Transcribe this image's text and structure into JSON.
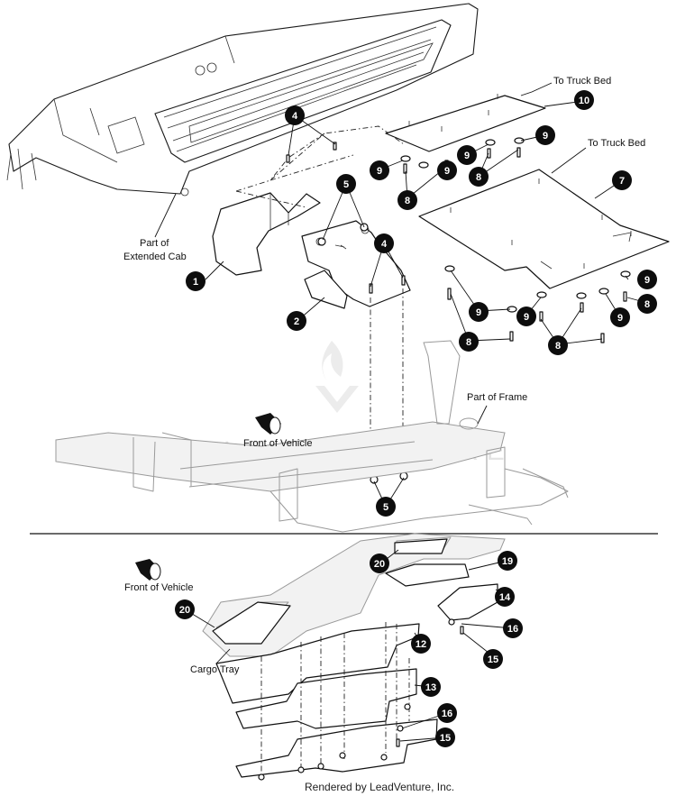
{
  "labels": {
    "to_truck_bed_1": "To Truck Bed",
    "to_truck_bed_2": "To Truck Bed",
    "part_of_extended_cab_line1": "Part of",
    "part_of_extended_cab_line2": "Extended Cab",
    "part_of_frame": "Part of Frame",
    "front_of_vehicle_1": "Front of Vehicle",
    "front_of_vehicle_2": "Front of Vehicle",
    "cargo_tray": "Cargo Tray"
  },
  "callouts": {
    "c1": "1",
    "c2": "2",
    "c4a": "4",
    "c4b": "4",
    "c5a": "5",
    "c5b": "5",
    "c7": "7",
    "c8a": "8",
    "c8b": "8",
    "c8c": "8",
    "c8d": "8",
    "c8e": "8",
    "c9a": "9",
    "c9b": "9",
    "c9c": "9",
    "c9d": "9",
    "c9e": "9",
    "c9f": "9",
    "c9g": "9",
    "c10": "10",
    "c12": "12",
    "c13": "13",
    "c14": "14",
    "c15a": "15",
    "c15b": "15",
    "c16a": "16",
    "c16b": "16",
    "c19": "19",
    "c20a": "20",
    "c20b": "20"
  },
  "watermark": "LEADVENTURE",
  "footer": "Rendered by LeadVenture, Inc."
}
